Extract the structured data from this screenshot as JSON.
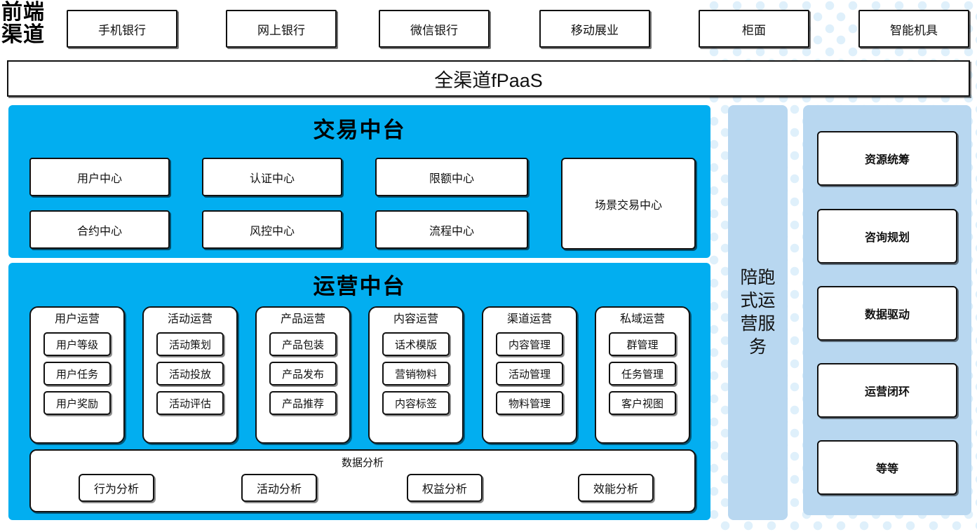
{
  "front_end": {
    "label": "前端\n渠道",
    "label_line1": "前端",
    "label_line2": "渠道",
    "channels": [
      {
        "name": "手机银行"
      },
      {
        "name": "网上银行"
      },
      {
        "name": "微信银行"
      },
      {
        "name": "移动展业"
      },
      {
        "name": "柜面"
      },
      {
        "name": "智能机具"
      }
    ]
  },
  "fpaas": {
    "title": "全渠道fPaaS"
  },
  "trade_platform": {
    "title": "交易中台",
    "centers": [
      {
        "name": "用户中心"
      },
      {
        "name": "认证中心"
      },
      {
        "name": "限额中心"
      },
      {
        "name": "合约中心"
      },
      {
        "name": "风控中心"
      },
      {
        "name": "流程中心"
      }
    ],
    "scene_center": {
      "name": "场景交易中心"
    }
  },
  "ops_platform": {
    "title": "运营中台",
    "groups": [
      {
        "title": "用户运营",
        "items": [
          "用户等级",
          "用户任务",
          "用户奖励"
        ]
      },
      {
        "title": "活动运营",
        "items": [
          "活动策划",
          "活动投放",
          "活动评估"
        ]
      },
      {
        "title": "产品运营",
        "items": [
          "产品包装",
          "产品发布",
          "产品推荐"
        ]
      },
      {
        "title": "内容运营",
        "items": [
          "话术模版",
          "营销物料",
          "内容标签"
        ]
      },
      {
        "title": "渠道运营",
        "items": [
          "内容管理",
          "活动管理",
          "物料管理"
        ]
      },
      {
        "title": "私域运营",
        "items": [
          "群管理",
          "任务管理",
          "客户视图"
        ]
      }
    ],
    "data_analysis": {
      "title": "数据分析",
      "items": [
        "行为分析",
        "活动分析",
        "权益分析",
        "效能分析"
      ]
    }
  },
  "companion_service": {
    "title": "陪跑式运营服务",
    "col1": "陪式营务",
    "col2": "跑运服"
  },
  "value_services": {
    "items": [
      {
        "name": "资源统筹"
      },
      {
        "name": "咨询规划"
      },
      {
        "name": "数据驱动"
      },
      {
        "name": "运营闭环"
      },
      {
        "name": "等等"
      }
    ]
  },
  "colors": {
    "cyan_panel": "#02AEF0",
    "light_blue_panel": "#B8D7F0",
    "dot_pattern": "#DFF0FB",
    "box_border": "#101010",
    "box_fill": "#FFFFFF"
  }
}
